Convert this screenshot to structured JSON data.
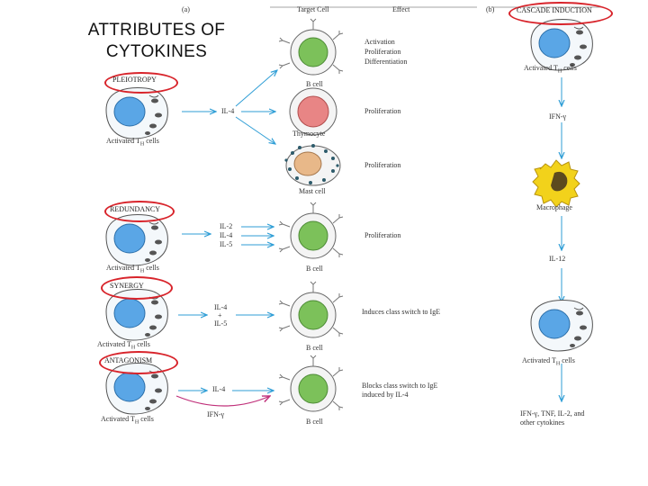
{
  "title_line1": "ATTRIBUTES OF",
  "title_line2": "CYTOKINES",
  "panel_a": {
    "letter": "(a)",
    "header_target": "Target Cell",
    "header_effect": "Effect",
    "pleiotropy": {
      "label": "PLEIOTROPY",
      "source": "Activated T",
      "source_sub": "H",
      "source_tail": " cells",
      "cytokine": "IL-4",
      "targets": [
        {
          "name": "B cell",
          "effect": [
            "Activation",
            "Proliferation",
            "Differentiation"
          ]
        },
        {
          "name": "Thymocyte",
          "effect": [
            "Proliferation"
          ]
        },
        {
          "name": "Mast cell",
          "effect": [
            "Proliferation"
          ]
        }
      ]
    },
    "redundancy": {
      "label": "REDUNDANCY",
      "source": "Activated T",
      "source_sub": "H",
      "source_tail": " cells",
      "cytokines": [
        "IL-2",
        "IL-4",
        "IL-5"
      ],
      "target": "B cell",
      "effect": "Proliferation"
    },
    "synergy": {
      "label": "SYNERGY",
      "source": "Activated T",
      "source_sub": "H",
      "source_tail": " cells",
      "cytokine_a": "IL-4",
      "plus": "+",
      "cytokine_b": "IL-5",
      "target": "B cell",
      "effect": "Induces class switch to IgE"
    },
    "antagonism": {
      "label": "ANTAGONISM",
      "source": "Activated T",
      "source_sub": "H",
      "source_tail": " cells",
      "cytokine": "IL-4",
      "inhibitor": "IFN-γ",
      "target": "B cell",
      "effect_line1": "Blocks class switch to IgE",
      "effect_line2": "induced by IL-4"
    }
  },
  "panel_b": {
    "letter": "(b)",
    "label": "CASCADE INDUCTION",
    "cell1": "Activated T",
    "cell1_sub": "H",
    "cell1_tail": " cells",
    "cytokine1": "IFN-γ",
    "cell2": "Macrophage",
    "cytokine2": "IL-12",
    "cell3": "Activated T",
    "cell3_sub": "H",
    "cell3_tail": " cells",
    "output_line1": "IFN-γ, TNF, IL-2, and",
    "output_line2": "other cytokines"
  },
  "colors": {
    "highlight": "#d8242b",
    "arrow": "#2f9ed6",
    "inhibit_arrow": "#c0307a",
    "th_cell_fill": "#5aa6e6",
    "b_cell_fill": "#7cc15a",
    "thymocyte_fill": "#e88585",
    "mast_cell_fill": "#e8b889",
    "macrophage_fill": "#f2d21b"
  }
}
